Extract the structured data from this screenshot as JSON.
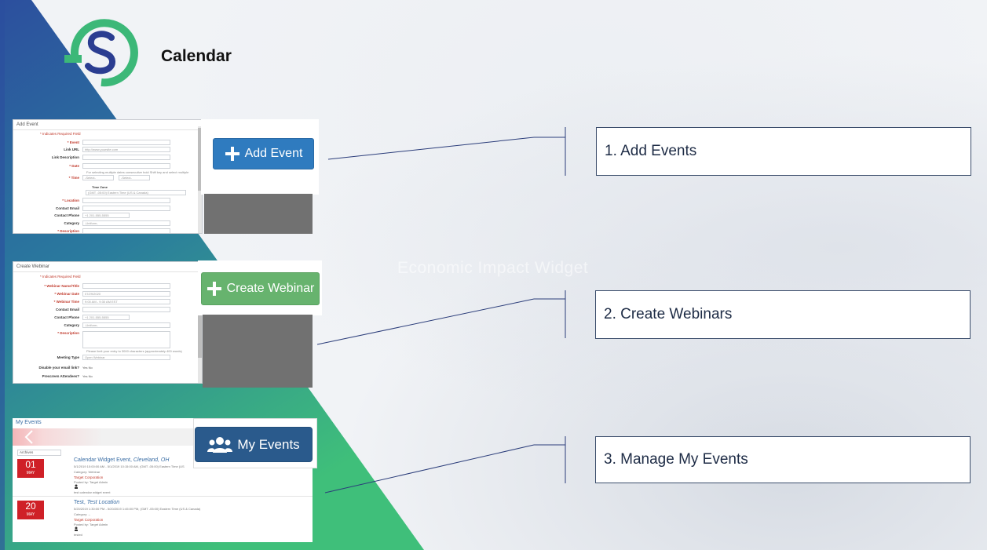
{
  "header": {
    "title": "Calendar",
    "watermark": "Economic Impact Widget"
  },
  "colors": {
    "logo_green": "#3cb878",
    "logo_navy": "#2b3d91",
    "add_button": "#2f7bbf",
    "webinar_button": "#67b36e",
    "my_events_button": "#2a5a8c",
    "date_badge": "#cf2027"
  },
  "add_event_panel": {
    "title": "Add Event",
    "required_note": "* Indicates Required Field",
    "fields": [
      {
        "label": "* Event",
        "value": ""
      },
      {
        "label": "Link URL",
        "value": "http://www.yoursite.com"
      },
      {
        "label": "Link Description",
        "value": ""
      },
      {
        "label": "* Date",
        "value": ""
      },
      {
        "label": "* Time",
        "value": "-Select-"
      },
      {
        "label": "* Location",
        "value": ""
      },
      {
        "label": "Contact Email",
        "value": ""
      },
      {
        "label": "Contact Phone",
        "value": "+1 201-555-5555"
      },
      {
        "label": "Category",
        "value": "-Uniform-"
      },
      {
        "label": "* Description",
        "value": ""
      }
    ],
    "time_zone_label": "Time Zone",
    "time_zone_value": "(GMT -05:00) Eastern Time (US & Canada)",
    "date_hint": "For selecting multiple dates consecutive hold Shift key and select multiple dates",
    "button_label": "Add Event",
    "button_icon": "plus-icon"
  },
  "create_webinar_panel": {
    "title": "Create Webinar",
    "required_note": "* Indicates Required Field",
    "fields": [
      {
        "label": "* Webinar Name/Title",
        "value": ""
      },
      {
        "label": "* Webinar Date",
        "value": "07/29/2020"
      },
      {
        "label": "* Webinar Time",
        "value": "9:00 AM - 9:30 AM EST"
      },
      {
        "label": "Contact Email",
        "value": ""
      },
      {
        "label": "Contact Phone",
        "value": "+1 201-555-5555"
      },
      {
        "label": "Category",
        "value": "-Uniform-"
      },
      {
        "label": "* Description",
        "value": ""
      },
      {
        "label": "Meeting Type",
        "value": "Open Webinar"
      },
      {
        "label": "Disable your email link?",
        "value": "Yes  No"
      },
      {
        "label": "Prescreen Attendees?",
        "value": "Yes  No"
      }
    ],
    "desc_hint": "Please limit your entry to 3000 characters (approximately 400 words)",
    "button_label": "Create Webinar",
    "button_icon": "plus-icon"
  },
  "my_events_panel": {
    "title": "My Events",
    "filter_value": "Archives",
    "events": [
      {
        "day": "01",
        "month": "MAY",
        "title": "Calendar Widget Event,",
        "location": "Cleveland, OH",
        "time": "5/1/2019 10:00:00 AM - 5/1/2019 10:15:00 AM, (GMT -05:00) Eastern Time (US",
        "category": "Category: Webinar",
        "org": "Target Corporation",
        "posted": "Posted by: Target Admin",
        "desc": "test calendar widget event"
      },
      {
        "day": "20",
        "month": "MAY",
        "title": "Test,",
        "location": "Test Location",
        "time": "5/20/2019 1:30:00 PM - 5/20/2019 1:45:00 PM, (GMT -05:00) Eastern Time (US & Canada)",
        "category": "Category: --",
        "org": "Target Corporation",
        "posted": "Posted by: Target Admin",
        "desc": "tested"
      }
    ],
    "button_label": "My Events",
    "button_icon": "users-icon"
  },
  "steps": [
    {
      "label": "1. Add Events"
    },
    {
      "label": "2. Create Webinars"
    },
    {
      "label": "3. Manage My Events"
    }
  ]
}
